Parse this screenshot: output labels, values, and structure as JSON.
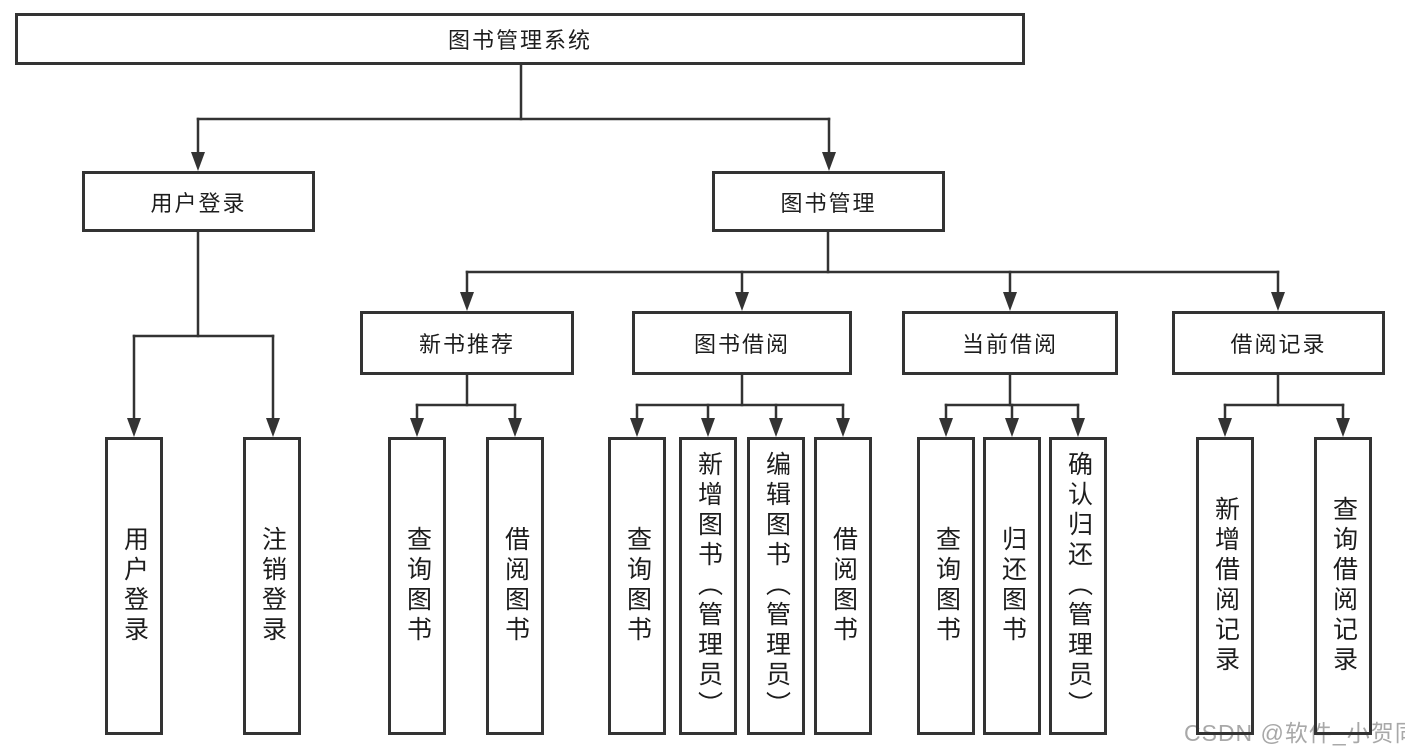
{
  "diagram_type": "functional-structure-tree",
  "hierarchy": {
    "root": "图书管理系统",
    "children": [
      {
        "label": "用户登录",
        "children": [
          "用户登录",
          "注销登录"
        ]
      },
      {
        "label": "图书管理",
        "children": [
          {
            "label": "新书推荐",
            "children": [
              "查询图书",
              "借阅图书"
            ]
          },
          {
            "label": "图书借阅",
            "children": [
              "查询图书",
              "新增图书（管理员）",
              "编辑图书（管理员）",
              "借阅图书"
            ]
          },
          {
            "label": "当前借阅",
            "children": [
              "查询图书",
              "归还图书",
              "确认归还（管理员）"
            ]
          },
          {
            "label": "借阅记录",
            "children": [
              "新增借阅记录",
              "查询借阅记录"
            ]
          }
        ]
      }
    ]
  },
  "watermark": {
    "text": "CSDN @软件_小贺同学"
  },
  "colors": {
    "box_border": "#333333",
    "connector_line": "#333333",
    "text": "#1d1d1d",
    "watermark_text": "#a8a8a8",
    "background": "#ffffff"
  }
}
